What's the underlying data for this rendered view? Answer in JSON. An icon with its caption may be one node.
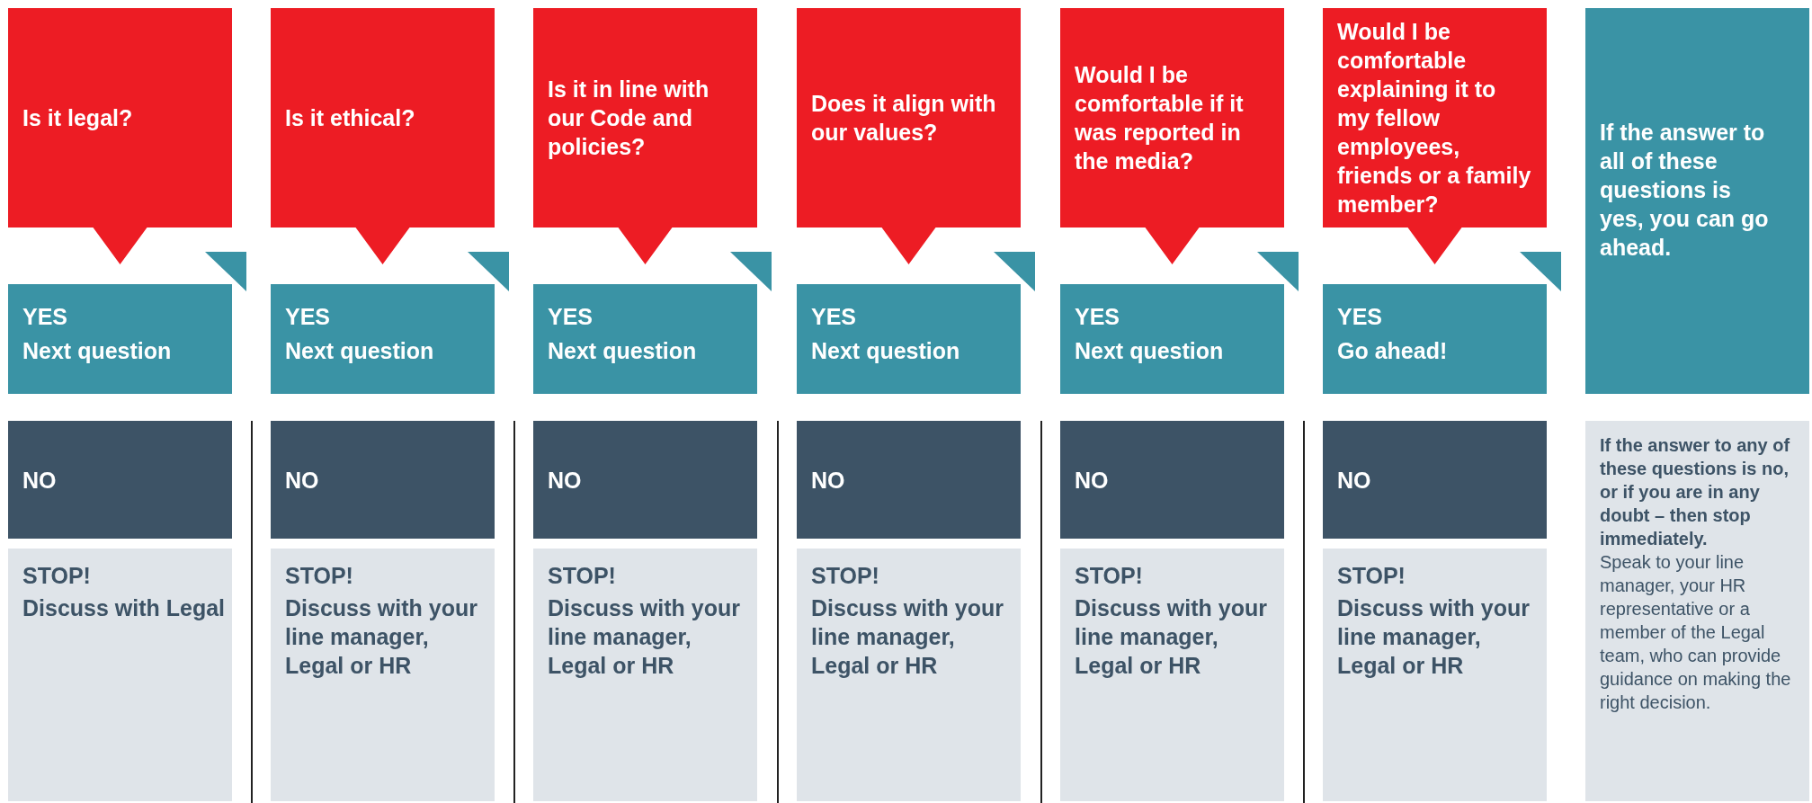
{
  "diagram": {
    "nodes": [
      {
        "text": [
          "Is it legal?"
        ]
      },
      {
        "text": [
          "YES",
          "Next question"
        ]
      },
      {
        "text": [
          "NO"
        ]
      },
      {
        "text": [
          "STOP!",
          "Discuss with Legal"
        ]
      },
      {
        "text": [
          "Is it ethical?"
        ]
      },
      {
        "text": [
          "YES",
          "Next question"
        ]
      },
      {
        "text": [
          "NO"
        ]
      },
      {
        "text": [
          "STOP!",
          "Discuss with your line manager, Legal or HR"
        ]
      },
      {
        "text": [
          "Is it in line with our Code and policies?"
        ]
      },
      {
        "text": [
          "YES",
          "Next question"
        ]
      },
      {
        "text": [
          "NO"
        ]
      },
      {
        "text": [
          "STOP!",
          "Discuss with your line manager, Legal or HR"
        ]
      },
      {
        "text": [
          "Does it align with our values?"
        ]
      },
      {
        "text": [
          "YES",
          "Next question"
        ]
      },
      {
        "text": [
          "NO"
        ]
      },
      {
        "text": [
          "STOP!",
          "Discuss with your line manager, Legal or HR"
        ]
      },
      {
        "text": [
          "Would I be comfortable if it was reported in the media?"
        ]
      },
      {
        "text": [
          "YES",
          "Next question"
        ]
      },
      {
        "text": [
          "NO"
        ]
      },
      {
        "text": [
          "STOP!",
          "Discuss with your line manager, Legal or HR"
        ]
      },
      {
        "text": [
          "Would I be comfortable explaining it to my fellow employees, friends or a family member?"
        ]
      },
      {
        "text": [
          "YES",
          "Go ahead!"
        ]
      },
      {
        "text": [
          "NO"
        ]
      },
      {
        "text": [
          "STOP!",
          "Discuss with your line manager, Legal or HR"
        ]
      },
      {
        "text": [
          "If the answer to all of these questions is yes, you can go ahead."
        ]
      },
      {
        "text": [
          "If the answer to any of these questions is no, or if you are in any doubt – then stop immediately.",
          "Speak to your line manager, your HR representative or a member of the Legal team, who can provide guidance on making the right decision."
        ]
      }
    ]
  }
}
